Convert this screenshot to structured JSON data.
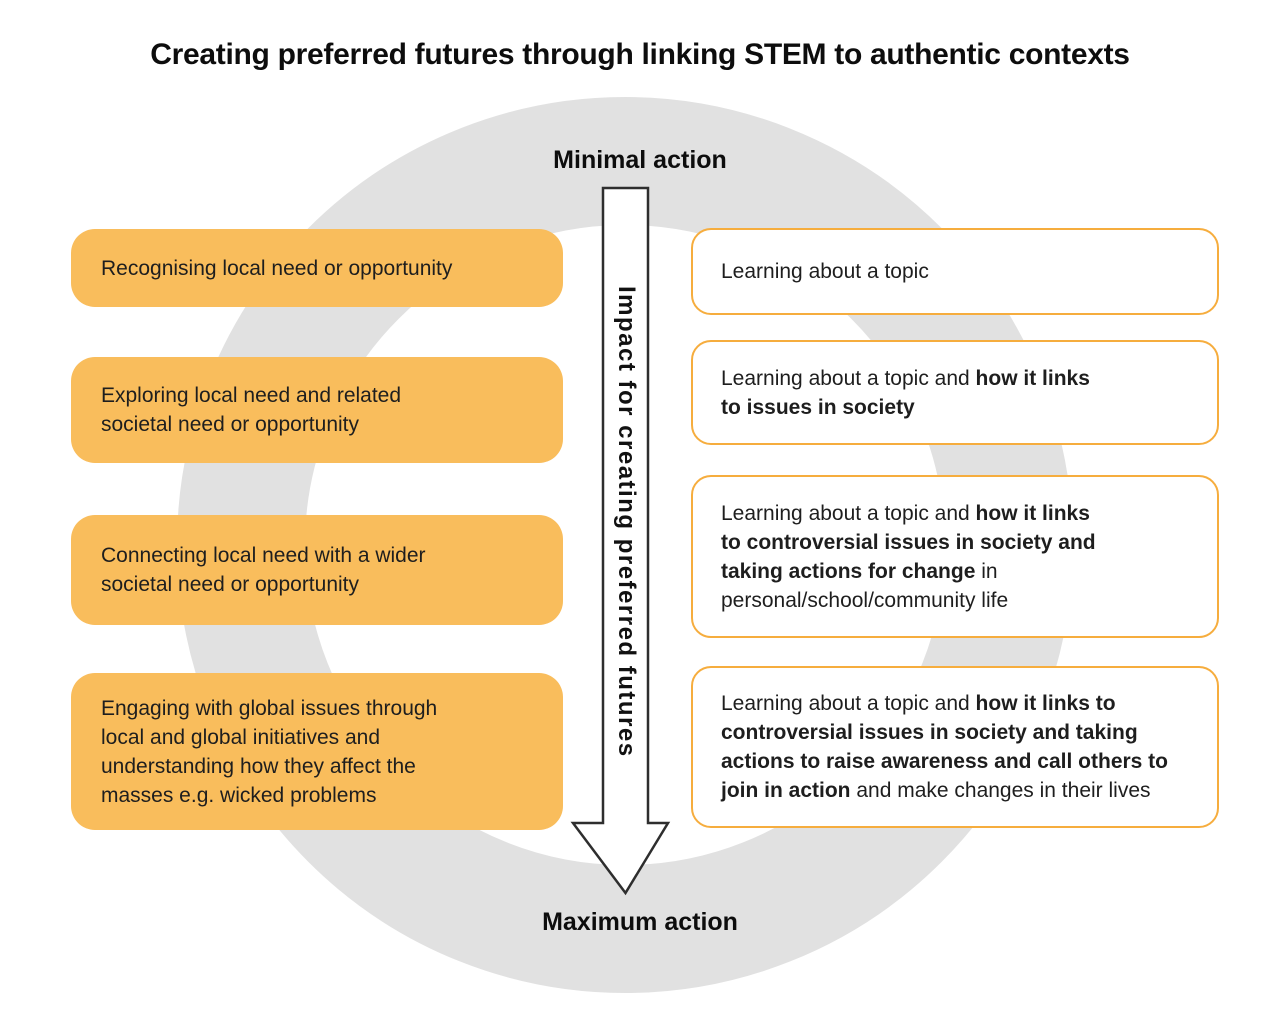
{
  "title": "Creating preferred futures through linking STEM to authentic contexts",
  "flow": {
    "top_label": "Minimal action",
    "bottom_label": "Maximum action",
    "arrow_label": "Impact for creating preferred futures"
  },
  "left_boxes": [
    {
      "lines": [
        [
          {
            "t": "Recognising local need or opportunity",
            "b": false
          }
        ]
      ]
    },
    {
      "lines": [
        [
          {
            "t": "Exploring local need and related",
            "b": false
          }
        ],
        [
          {
            "t": "societal need or opportunity",
            "b": false
          }
        ]
      ]
    },
    {
      "lines": [
        [
          {
            "t": "Connecting local need with a wider",
            "b": false
          }
        ],
        [
          {
            "t": "societal need or opportunity",
            "b": false
          }
        ]
      ]
    },
    {
      "lines": [
        [
          {
            "t": "Engaging with global issues through",
            "b": false
          }
        ],
        [
          {
            "t": "local and global initiatives and",
            "b": false
          }
        ],
        [
          {
            "t": "understanding how they affect the",
            "b": false
          }
        ],
        [
          {
            "t": "masses e.g. wicked problems",
            "b": false
          }
        ]
      ]
    }
  ],
  "right_boxes": [
    {
      "lines": [
        [
          {
            "t": "Learning about a topic",
            "b": false
          }
        ]
      ]
    },
    {
      "lines": [
        [
          {
            "t": "Learning about a topic and ",
            "b": false
          },
          {
            "t": "how it links",
            "b": true
          }
        ],
        [
          {
            "t": "to issues in society",
            "b": true
          }
        ]
      ]
    },
    {
      "lines": [
        [
          {
            "t": "Learning about a topic and ",
            "b": false
          },
          {
            "t": "how it links",
            "b": true
          }
        ],
        [
          {
            "t": "to controversial issues in society and",
            "b": true
          }
        ],
        [
          {
            "t": "taking actions for change",
            "b": true
          },
          {
            "t": " in",
            "b": false
          }
        ],
        [
          {
            "t": "personal/school/community life",
            "b": false
          }
        ]
      ]
    },
    {
      "lines": [
        [
          {
            "t": "Learning about a topic and ",
            "b": false
          },
          {
            "t": "how it links to",
            "b": true
          }
        ],
        [
          {
            "t": "controversial issues in society and taking",
            "b": true
          }
        ],
        [
          {
            "t": "actions to raise awareness and call others to",
            "b": true
          }
        ],
        [
          {
            "t": "join in action",
            "b": true
          },
          {
            "t": " and make changes in their lives",
            "b": false
          }
        ]
      ]
    }
  ],
  "colors": {
    "box_fill": "#F9BD5C",
    "box_border": "#F6AD3E",
    "ring_gray": "#E1E1E1",
    "arrow_outline": "#2E2E2E",
    "heading": "#0D0D0D"
  }
}
